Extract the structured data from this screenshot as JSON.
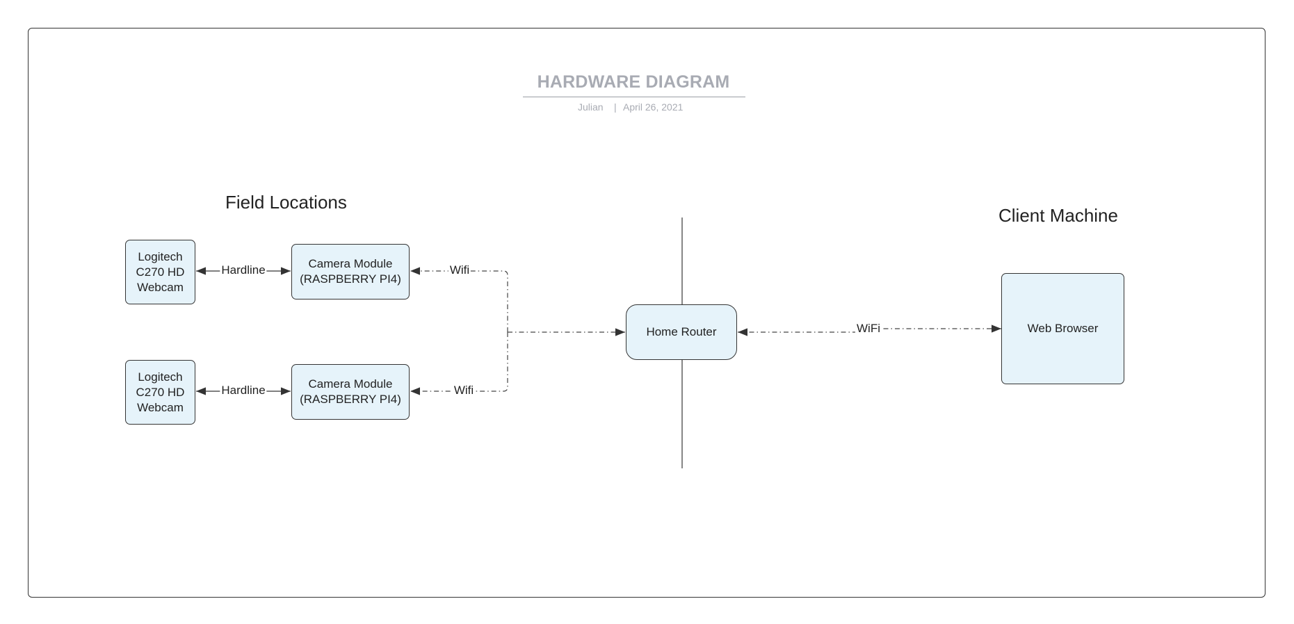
{
  "header": {
    "title": "HARDWARE DIAGRAM",
    "author": "Julian",
    "separator": "|",
    "date": "April 26, 2021"
  },
  "sections": {
    "field": "Field Locations",
    "client": "Client Machine"
  },
  "nodes": {
    "webcam_1": "Logitech\nC270 HD\nWebcam",
    "webcam_2": "Logitech\nC270 HD\nWebcam",
    "camera_1": "Camera Module\n(RASPBERRY PI4)",
    "camera_2": "Camera Module\n(RASPBERRY PI4)",
    "router": "Home Router",
    "browser": "Web Browser"
  },
  "edges": {
    "hardline_1": "Hardline",
    "hardline_2": "Hardline",
    "wifi_1": "Wifi",
    "wifi_2": "Wifi",
    "wifi_client": "WiFi"
  },
  "colors": {
    "node_fill": "#e6f3fa",
    "stroke": "#333333",
    "title": "#a8abb3"
  }
}
